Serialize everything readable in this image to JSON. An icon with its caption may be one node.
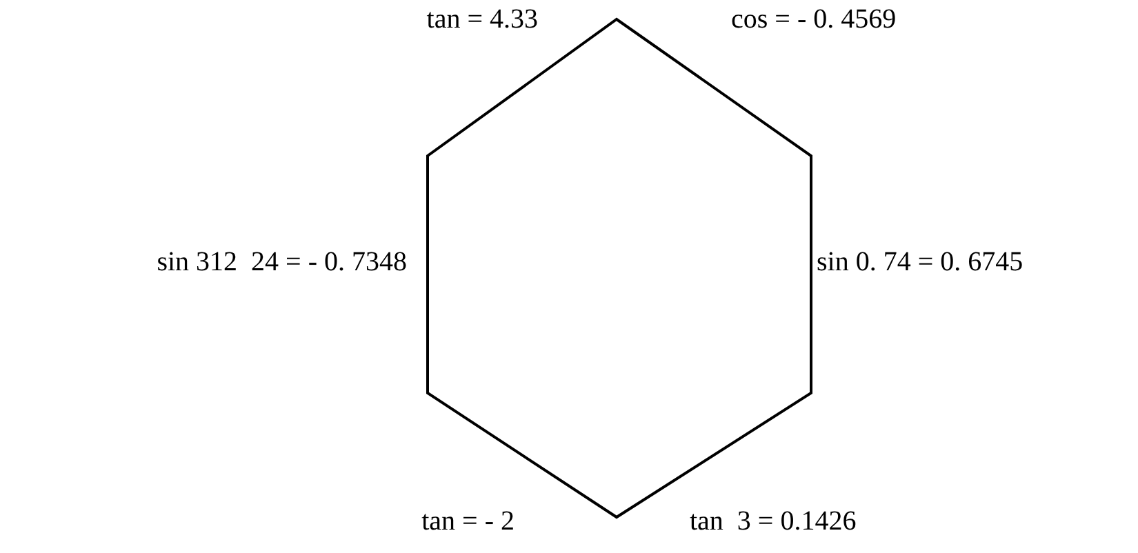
{
  "diagram": {
    "labels": [
      "tan = 4.33",
      "cos = - 0. 4569",
      "sin 312  24 = - 0. 7348",
      "sin 0. 74 = 0. 6745",
      "tan = - 2",
      "tan  3 = 0.1426"
    ]
  }
}
